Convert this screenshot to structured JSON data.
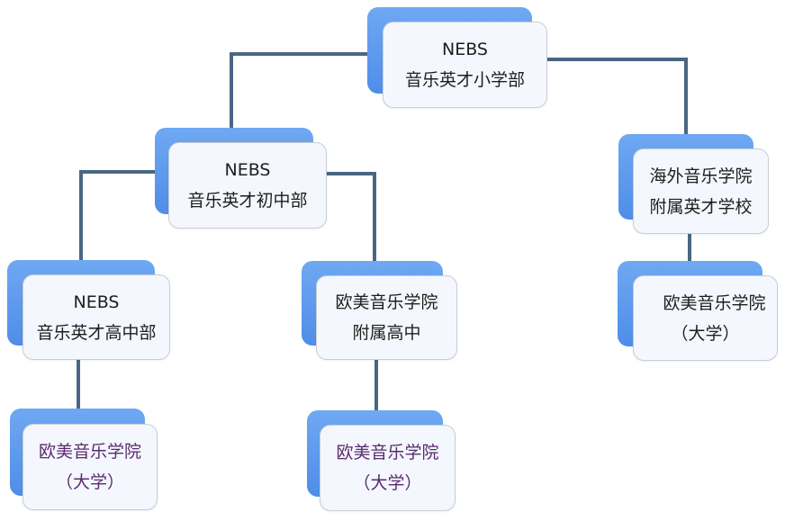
{
  "diagram": {
    "type": "org-chart",
    "colors": {
      "connector": "#4a6682",
      "back_card": "#5b97ec",
      "front_card": "#f4f7fd",
      "text_default": "#1e1e1e",
      "text_highlight": "#5a2a6e"
    },
    "nodes": [
      {
        "id": "primary",
        "lines": [
          "NEBS",
          "音乐英才小学部"
        ]
      },
      {
        "id": "junior",
        "lines": [
          "NEBS",
          "音乐英才初中部"
        ]
      },
      {
        "id": "overseas",
        "lines": [
          "海外音乐学院",
          "附属英才学校"
        ]
      },
      {
        "id": "senior",
        "lines": [
          "NEBS",
          "音乐英才高中部"
        ]
      },
      {
        "id": "affiliated-high",
        "lines": [
          "欧美音乐学院",
          "附属高中"
        ]
      },
      {
        "id": "university-right",
        "lines": [
          "欧美音乐学院",
          "（大学）"
        ]
      },
      {
        "id": "university-left",
        "lines": [
          "欧美音乐学院",
          "（大学）"
        ]
      },
      {
        "id": "university-middle",
        "lines": [
          "欧美音乐学院",
          "（大学）"
        ]
      }
    ],
    "edges": [
      [
        "primary",
        "junior"
      ],
      [
        "primary",
        "overseas"
      ],
      [
        "junior",
        "senior"
      ],
      [
        "junior",
        "affiliated-high"
      ],
      [
        "overseas",
        "university-right"
      ],
      [
        "senior",
        "university-left"
      ],
      [
        "affiliated-high",
        "university-middle"
      ]
    ]
  }
}
